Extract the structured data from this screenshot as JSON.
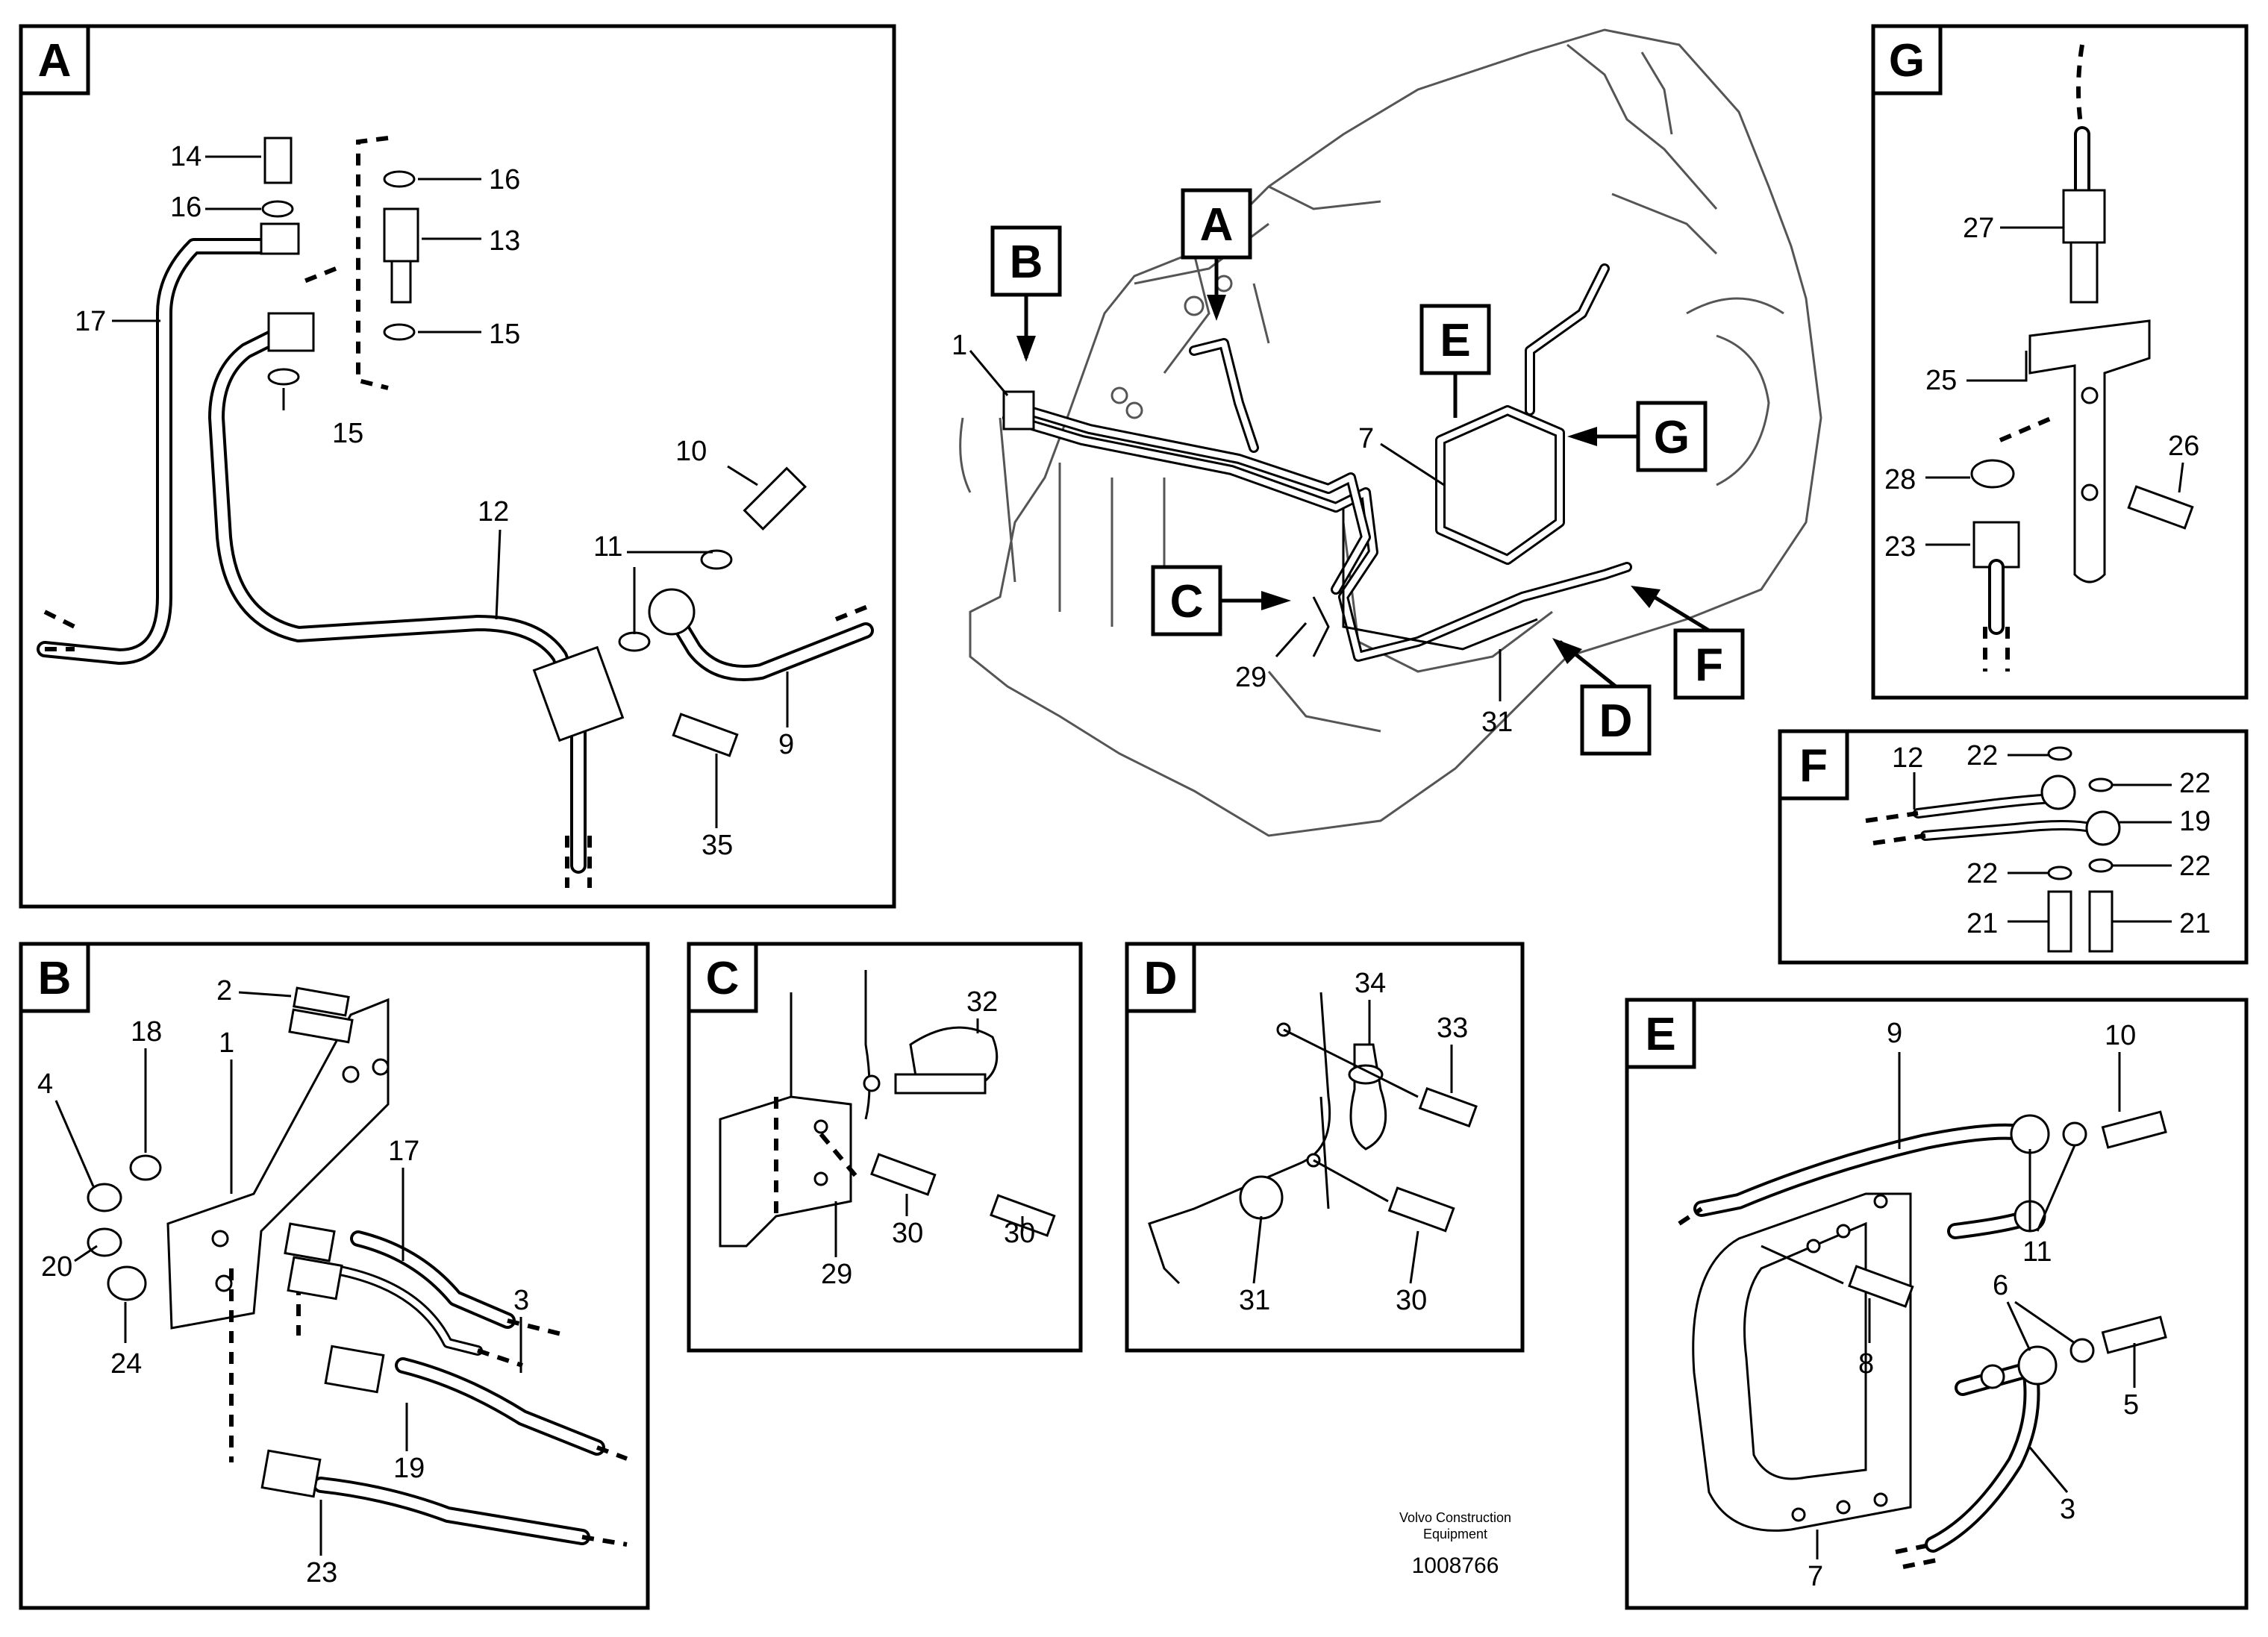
{
  "letters": {
    "A": "A",
    "B": "B",
    "C": "C",
    "D": "D",
    "E": "E",
    "F": "F",
    "G": "G"
  },
  "panel_A": {
    "callouts": [
      "14",
      "16",
      "17",
      "16",
      "13",
      "15",
      "15",
      "10",
      "12",
      "11",
      "9",
      "35"
    ]
  },
  "panel_G": {
    "callouts": [
      "27",
      "25",
      "28",
      "26",
      "23"
    ]
  },
  "panel_F": {
    "callouts": [
      "12",
      "22",
      "22",
      "19",
      "22",
      "22",
      "21",
      "21"
    ]
  },
  "panel_B": {
    "callouts": [
      "2",
      "1",
      "18",
      "4",
      "17",
      "20",
      "24",
      "3",
      "19",
      "23"
    ]
  },
  "panel_C": {
    "callouts": [
      "32",
      "30",
      "30",
      "29"
    ]
  },
  "panel_D": {
    "callouts": [
      "34",
      "33",
      "31",
      "30"
    ]
  },
  "panel_E": {
    "callouts": [
      "9",
      "10",
      "11",
      "8",
      "6",
      "5",
      "3",
      "7"
    ]
  },
  "overview": {
    "callouts": [
      "1",
      "7",
      "29",
      "31"
    ]
  },
  "footer": {
    "company_line1": "Volvo Construction",
    "company_line2": "Equipment",
    "document_number": "1008766"
  },
  "colors": {
    "ink": "#000000",
    "engine_outline": "#555555",
    "paper": "#ffffff"
  }
}
